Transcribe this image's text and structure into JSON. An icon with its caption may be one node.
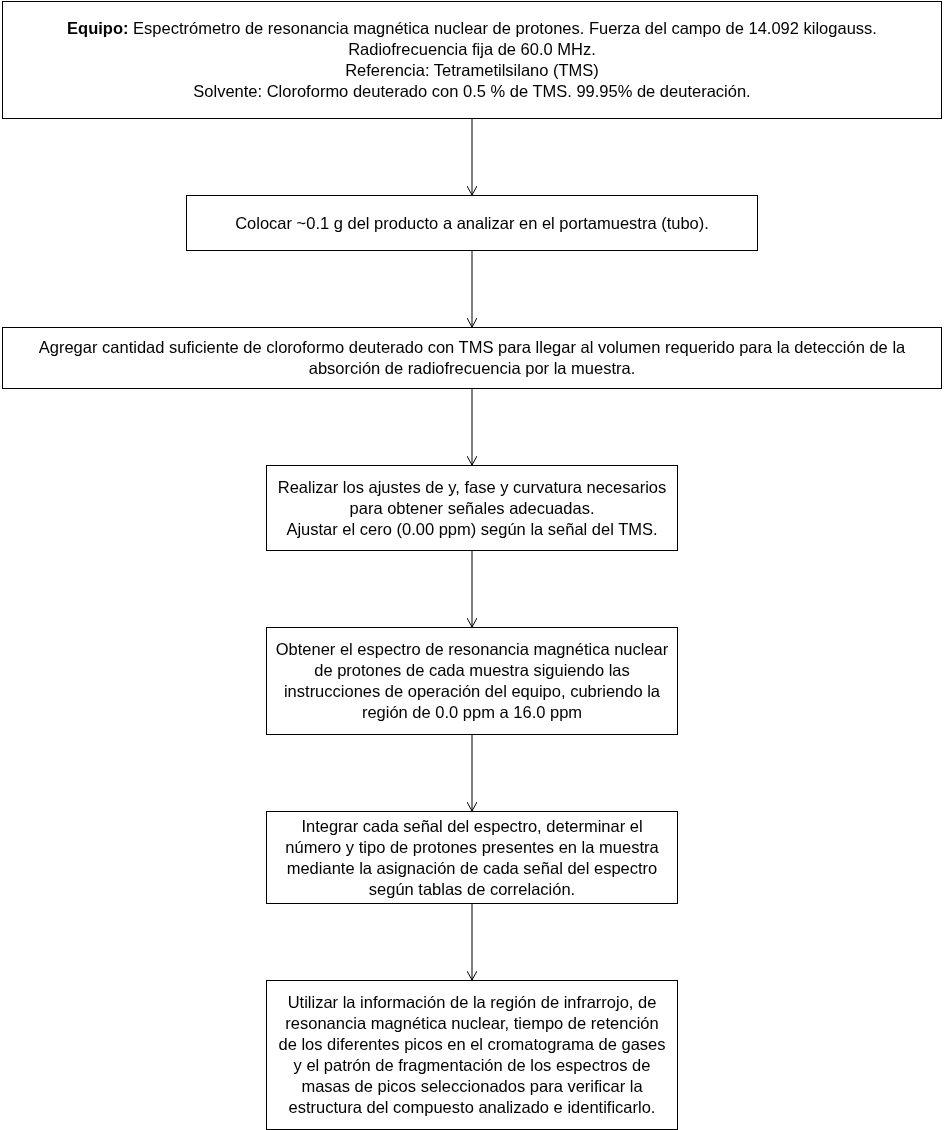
{
  "diagram": {
    "nodes": [
      {
        "text": [
          "**Equipo:** Espectrómetro de resonancia magnética nuclear de protones. Fuerza del campo de 14.092 kilogauss.",
          "Radiofrecuencia fija de 60.0 MHz.",
          "Referencia: Tetrametilsilano (TMS)",
          "Solvente: Cloroformo deuterado con 0.5 % de TMS. 99.95% de deuteración."
        ]
      },
      {
        "text": [
          "Colocar ~0.1 g del producto a analizar en el portamuestra (tubo)."
        ]
      },
      {
        "text": [
          "Agregar cantidad suficiente de cloroformo deuterado con TMS para llegar al volumen requerido para la detección de la absorción de radiofrecuencia por la muestra."
        ]
      },
      {
        "text": [
          "Realizar los ajustes de y, fase y curvatura necesarios para obtener señales adecuadas.",
          "Ajustar el cero (0.00 ppm) según la señal del TMS."
        ]
      },
      {
        "text": [
          "Obtener el espectro de resonancia magnética nuclear de protones de cada muestra siguiendo las instrucciones de operación del equipo, cubriendo la región de 0.0 ppm a 16.0 ppm"
        ]
      },
      {
        "text": [
          "Integrar cada señal del espectro, determinar el número y tipo de protones presentes en la muestra mediante la asignación de cada señal del espectro según tablas de correlación."
        ]
      },
      {
        "text": [
          "Utilizar la información de la región de infrarrojo, de resonancia magnética nuclear, tiempo de retención de los diferentes picos en el cromatograma de gases y el patrón de fragmentación de los espectros de masas de picos seleccionados para verificar la estructura del compuesto analizado e identificarlo."
        ]
      }
    ],
    "edges": [
      {
        "from": 0,
        "to": 1,
        "arrow": "to"
      },
      {
        "from": 1,
        "to": 2,
        "arrow": "to"
      },
      {
        "from": 2,
        "to": 3,
        "arrow": "to"
      },
      {
        "from": 3,
        "to": 4,
        "arrow": "to"
      },
      {
        "from": 4,
        "to": 5,
        "arrow": "to"
      },
      {
        "from": 5,
        "to": 6,
        "arrow": "to"
      }
    ]
  }
}
